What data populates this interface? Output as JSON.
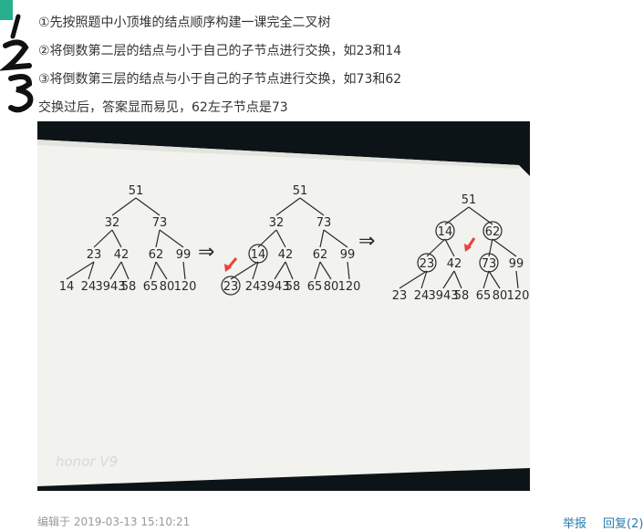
{
  "post": {
    "lines": [
      "①先按照题中小顶堆的结点顺序构建一课完全二叉树",
      "②将倒数第二层的结点与小于自己的子节点进行交换，如23和14",
      "③将倒数第三层的结点与小于自己的子节点进行交换，如73和62",
      "交换过后，答案显而易见，62左子节点是73"
    ],
    "handwritten_numbers": [
      "1",
      "2",
      "3"
    ]
  },
  "photo": {
    "watermark": "honor V9",
    "tree1": {
      "root": "51",
      "level2": [
        "32",
        "73"
      ],
      "level3": [
        "23",
        "42",
        "62",
        "99"
      ],
      "leaves": [
        "14",
        "24",
        "39",
        "43",
        "58",
        "65",
        "80",
        "120"
      ],
      "leaves_display": [
        "14",
        "24",
        "3943",
        "58",
        "65",
        "80",
        "120"
      ]
    },
    "tree2": {
      "root": "51",
      "level2": [
        "32",
        "73"
      ],
      "level3": [
        "14",
        "42",
        "62",
        "99"
      ],
      "leaves_display": [
        "23",
        "24",
        "3943",
        "58",
        "65",
        "80",
        "120"
      ]
    },
    "tree3": {
      "root": "51",
      "level2": [
        "14",
        "62"
      ],
      "level3": [
        "23",
        "42",
        "73",
        "99"
      ],
      "leaves_display": [
        "23",
        "24",
        "3943",
        "58",
        "65",
        "80",
        "120"
      ]
    },
    "arrow_symbol": "⇒",
    "colors": {
      "highlight_arrow": "#e8433b",
      "paper": "#f2f2ee",
      "ink": "#2a2a2a"
    }
  },
  "footer": {
    "edited": "编辑于 2019-03-13 15:10:21",
    "report": "举报",
    "reply": "回复(2)"
  }
}
